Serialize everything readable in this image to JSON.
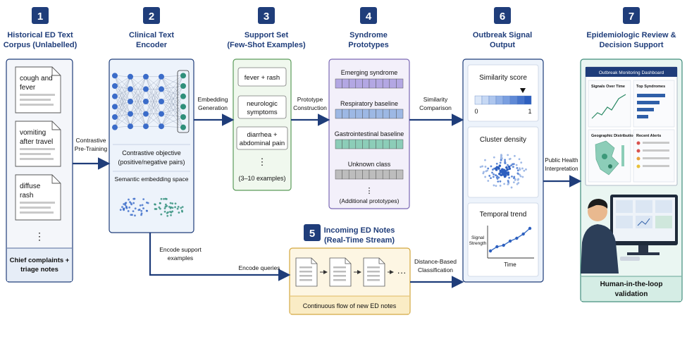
{
  "steps": [
    {
      "num": "1",
      "title_l1": "Historical ED Text",
      "title_l2": "Corpus (Unlabelled)"
    },
    {
      "num": "2",
      "title_l1": "Clinical Text",
      "title_l2": "Encoder"
    },
    {
      "num": "3",
      "title_l1": "Support Set",
      "title_l2": "(Few-Shot Examples)"
    },
    {
      "num": "4",
      "title_l1": "Syndrome",
      "title_l2": "Prototypes"
    },
    {
      "num": "5",
      "title_l1": "Incoming ED Notes",
      "title_l2": "(Real-Time Stream)"
    },
    {
      "num": "6",
      "title_l1": "Outbreak Signal",
      "title_l2": "Output"
    },
    {
      "num": "7",
      "title_l1": "Epidemiologic Review &",
      "title_l2": "Decision Support"
    }
  ],
  "corpus": {
    "doc1": [
      "cough and",
      "fever"
    ],
    "doc2": [
      "vomiting",
      "after travel"
    ],
    "doc3": [
      "diffuse",
      "rash"
    ],
    "ellipsis": "⋮",
    "footer": [
      "Chief complaints +",
      "triage notes"
    ]
  },
  "encoder": {
    "objective": [
      "Contrastive objective",
      "(positive/negative pairs)"
    ],
    "embedding_space": "Semantic embedding space"
  },
  "support_set": {
    "examples": [
      [
        "fever + rash"
      ],
      [
        "neurologic",
        "symptoms"
      ],
      [
        "diarrhea +",
        "abdominal pain"
      ]
    ],
    "ellipsis": "⋮",
    "note": "(3–10 examples)"
  },
  "prototypes": {
    "items": [
      {
        "label": "Emerging syndrome",
        "color": "#b3a7e3"
      },
      {
        "label": "Respiratory baseline",
        "color": "#9db8e4"
      },
      {
        "label": "Gastrointestinal baseline",
        "color": "#8ccdb8"
      },
      {
        "label": "Unknown class",
        "color": "#bdbdbd"
      }
    ],
    "ellipsis": "⋮",
    "note": "(Additional prototypes)"
  },
  "stream": {
    "ellipsis": "···",
    "footer": "Continuous flow of new ED notes"
  },
  "signals": {
    "similarity": {
      "title": "Similarity score",
      "min": "0",
      "max": "1",
      "value": 0.8
    },
    "cluster": {
      "title": "Cluster density"
    },
    "trend": {
      "title": "Temporal trend",
      "ylabel_l1": "Signal",
      "ylabel_l2": "Strength",
      "xlabel": "Time",
      "values": [
        0.15,
        0.3,
        0.35,
        0.5,
        0.6,
        0.75,
        0.95
      ]
    }
  },
  "review": {
    "dashboard_title": "Outbreak Monitoring Dashboard",
    "panels": [
      "Signals Over Time",
      "Top Syndromes",
      "Geographic Distribution",
      "Recent Alerts"
    ],
    "footer": [
      "Human-in-the-loop",
      "validation"
    ]
  },
  "arrows": {
    "contrastive": [
      "Contrastive",
      "Pre-Training"
    ],
    "embedding": [
      "Embedding",
      "Generation"
    ],
    "prototype": [
      "Prototype",
      "Construction"
    ],
    "similarity": [
      "Similarity",
      "Comparison"
    ],
    "public_health": [
      "Public Health",
      "Interpretation"
    ],
    "encode_support": [
      "Encode support",
      "examples"
    ],
    "encode_queries": "Encode queries",
    "distance": [
      "Distance-Based",
      "Classification"
    ]
  },
  "colors": {
    "navy": "#1f3d7a",
    "box_blue": "#edf3fb",
    "box_green": "#f0f8ee",
    "box_purple": "#f3f0fa",
    "box_yellow": "#fdf6e3",
    "box_teal": "#eaf6f2"
  }
}
